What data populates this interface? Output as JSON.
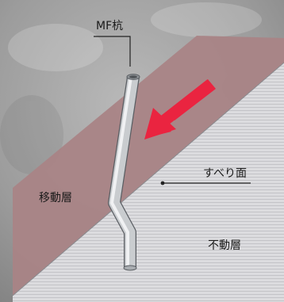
{
  "labels": {
    "pile": "MF杭",
    "slip_surface": "すべり面",
    "moving_layer": "移動層",
    "stable_layer": "不動層"
  },
  "colors": {
    "background": "#9a9a9a",
    "moving_layer": "#a98486",
    "stable_layer": "#d7d7da",
    "arrow": "#ea2440",
    "pile": "#c9cccf"
  },
  "icons": {
    "force_arrow": "arrow-down-left"
  }
}
